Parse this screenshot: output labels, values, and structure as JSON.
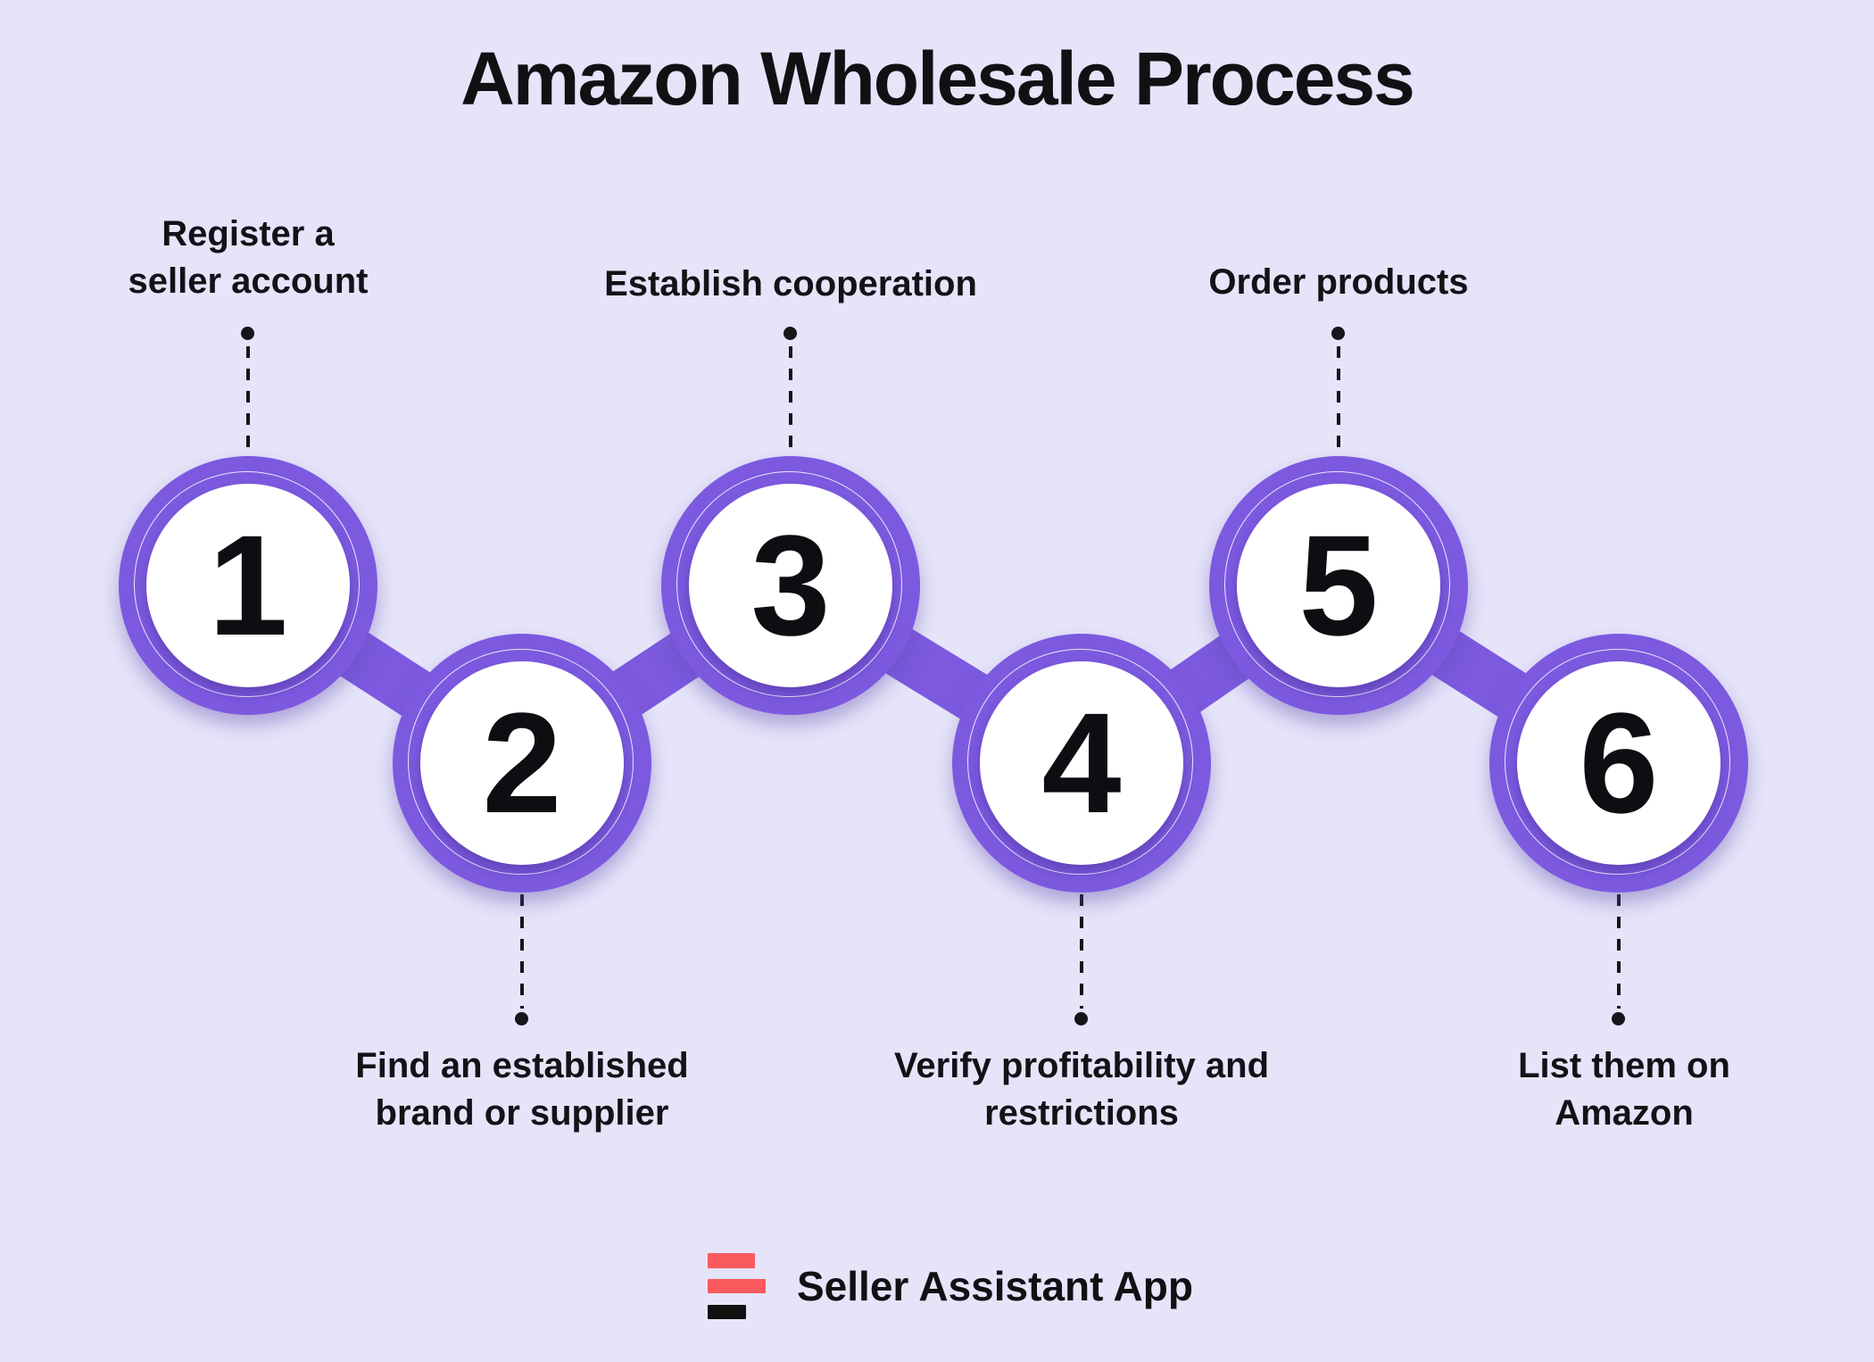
{
  "title": "Amazon Wholesale Process",
  "steps": [
    {
      "number": "1",
      "label": "Register a\nseller account",
      "row": "top"
    },
    {
      "number": "2",
      "label": "Find an established\nbrand or supplier",
      "row": "bottom"
    },
    {
      "number": "3",
      "label": "Establish cooperation",
      "row": "top"
    },
    {
      "number": "4",
      "label": "Verify profitability and\nrestrictions",
      "row": "bottom"
    },
    {
      "number": "5",
      "label": "Order products",
      "row": "top"
    },
    {
      "number": "6",
      "label": "List them on\nAmazon",
      "row": "bottom"
    }
  ],
  "footer": {
    "brand": "Seller Assistant App",
    "logo_icon": "three-bars-logo-icon"
  },
  "colors": {
    "background": "#E5E4F9",
    "accent_purple": "#7C59DF",
    "text": "#111114",
    "logo_coral": "#FA5A5E",
    "logo_black": "#111111"
  }
}
